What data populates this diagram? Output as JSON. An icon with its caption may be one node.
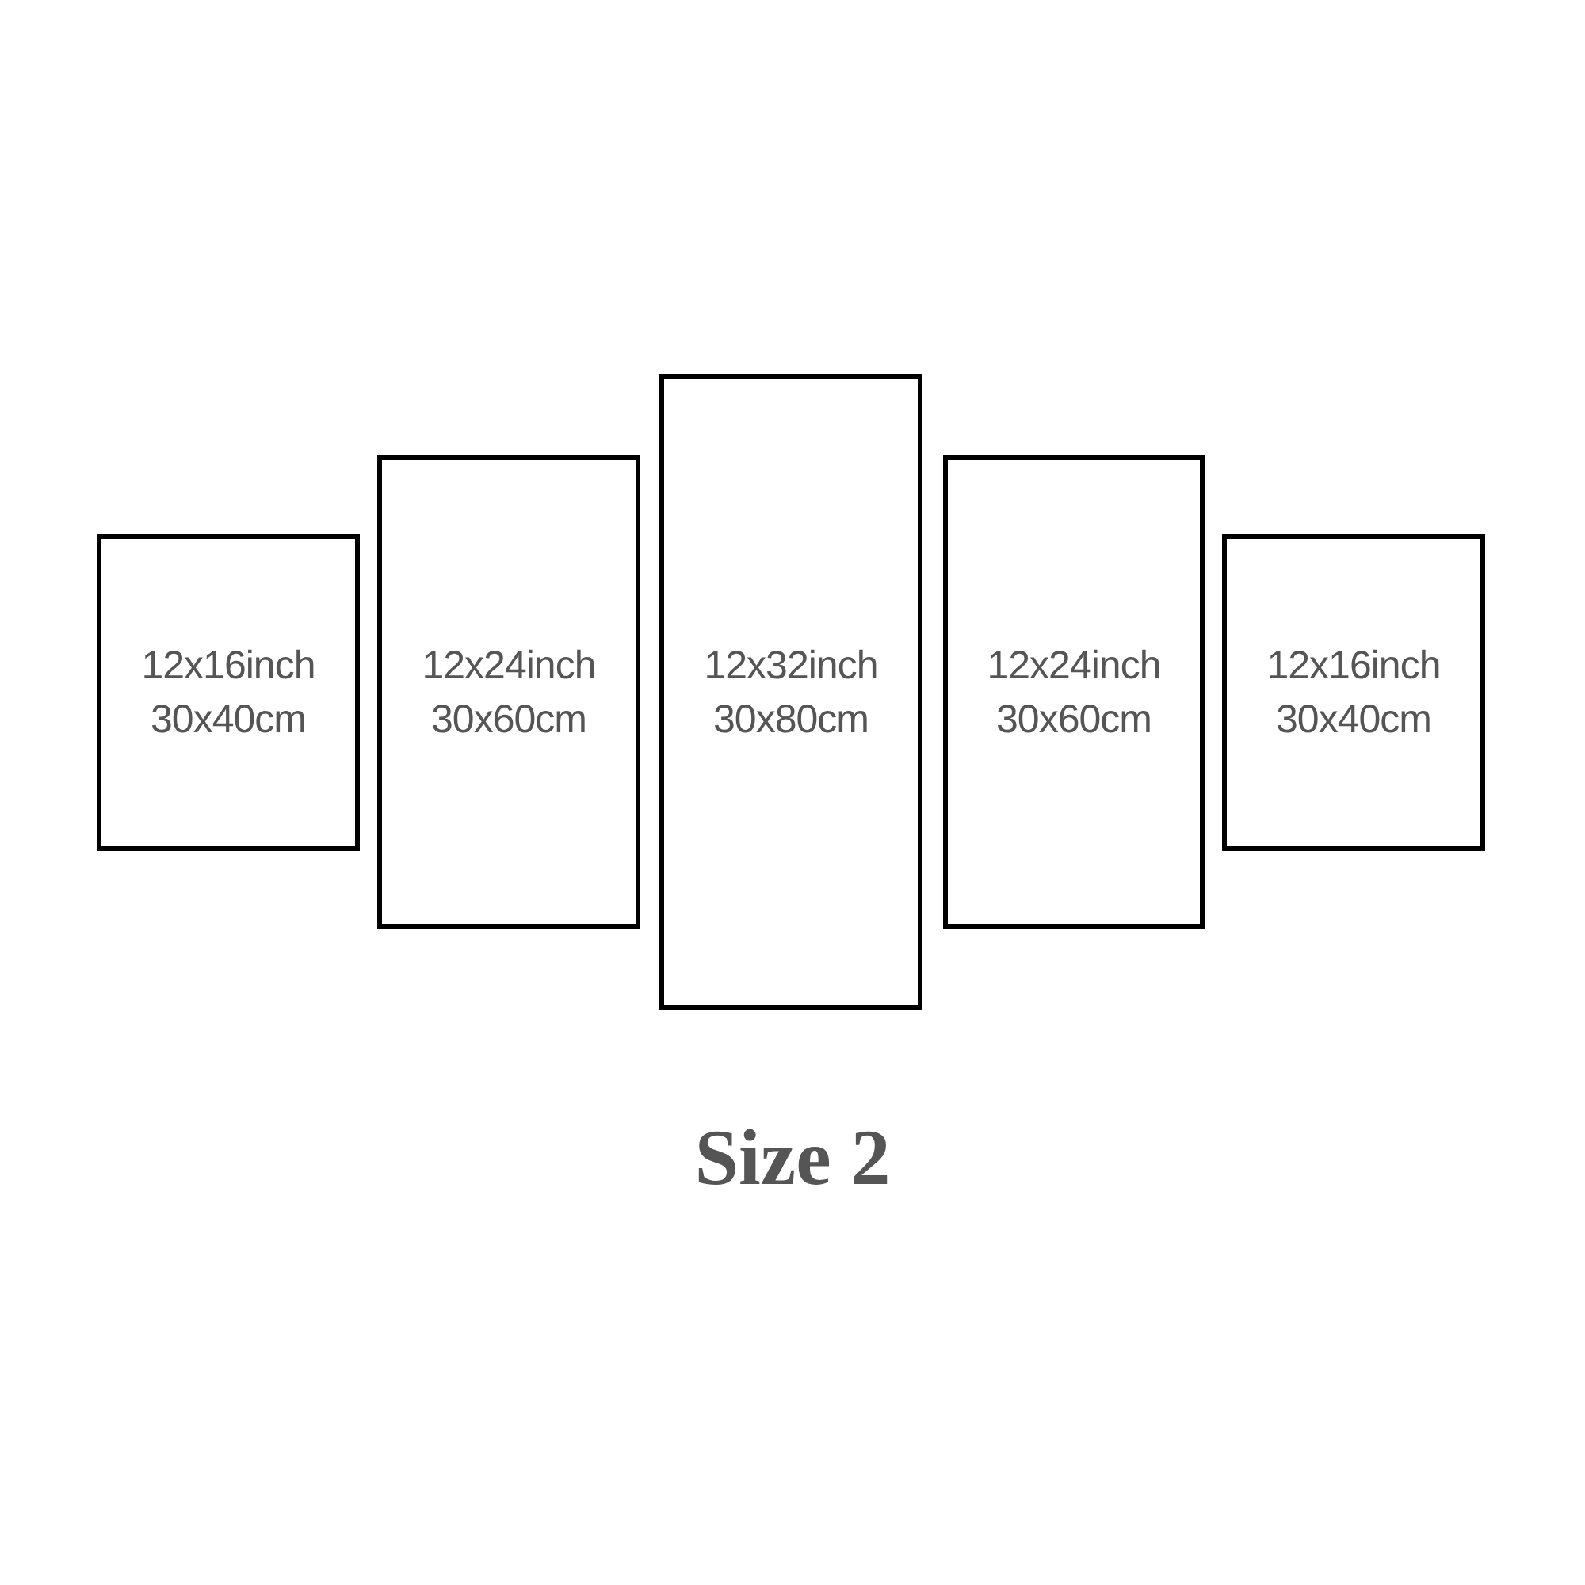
{
  "diagram": {
    "title": "Size 2",
    "nodes": [
      {
        "text": [
          "12x16inch",
          "30x40cm"
        ]
      },
      {
        "text": [
          "12x24inch",
          "30x60cm"
        ]
      },
      {
        "text": [
          "12x32inch",
          "30x80cm"
        ]
      },
      {
        "text": [
          "12x24inch",
          "30x60cm"
        ]
      },
      {
        "text": [
          "12x16inch",
          "30x40cm"
        ]
      }
    ]
  }
}
